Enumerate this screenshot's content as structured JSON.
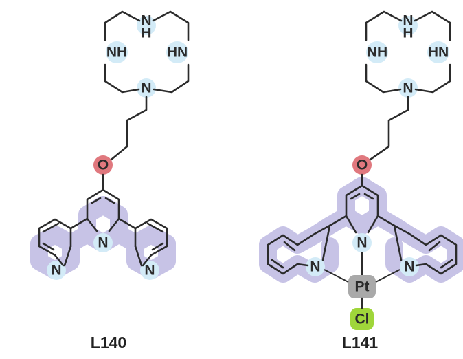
{
  "colors": {
    "terpyridine_highlight": "#c7c3e6",
    "nitrogen_highlight": "#d3ebf7",
    "oxygen_highlight": "#e0787e",
    "platinum_highlight": "#a9a9a9",
    "chlorine_highlight": "#9fd63a",
    "bond": "#2b2b2b"
  },
  "molecules": [
    {
      "label": "L140",
      "atoms": {
        "n_top": "N",
        "h_top": "H",
        "nh_left": "NH",
        "hn_right": "HN",
        "n_bottom": "N",
        "oxygen": "O",
        "n_center": "N",
        "n_left": "N",
        "n_right": "N"
      }
    },
    {
      "label": "L141",
      "atoms": {
        "n_top": "N",
        "h_top": "H",
        "nh_left": "NH",
        "hn_right": "HN",
        "n_bottom": "N",
        "oxygen": "O",
        "n_center": "N",
        "n_left": "N",
        "n_right": "N",
        "metal": "Pt",
        "halide": "Cl"
      }
    }
  ]
}
